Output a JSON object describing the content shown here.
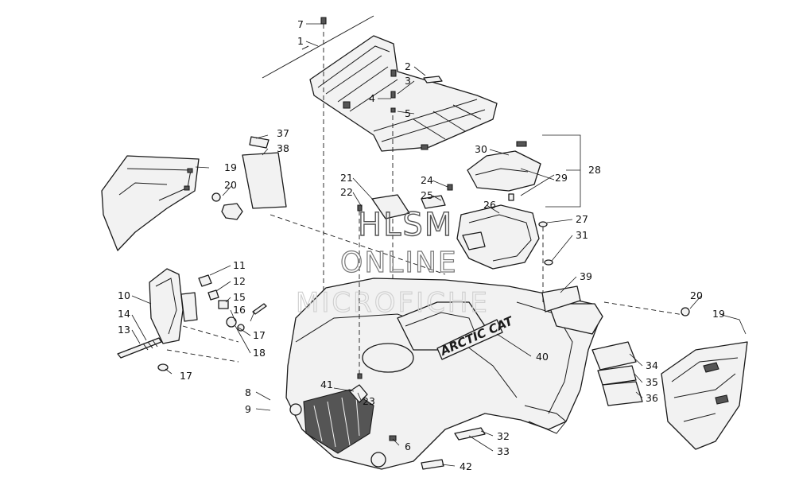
{
  "watermark": {
    "line1": "HLSM",
    "line2": "ONLINE",
    "line3": "MICROFICHE"
  },
  "brand_logo": "ARCTIC CAT",
  "callouts": [
    {
      "id": "c1",
      "text": "1"
    },
    {
      "id": "c2",
      "text": "2"
    },
    {
      "id": "c3",
      "text": "3"
    },
    {
      "id": "c4",
      "text": "4"
    },
    {
      "id": "c5",
      "text": "5"
    },
    {
      "id": "c6",
      "text": "6"
    },
    {
      "id": "c7",
      "text": "7"
    },
    {
      "id": "c8",
      "text": "8"
    },
    {
      "id": "c9",
      "text": "9"
    },
    {
      "id": "c10",
      "text": "10"
    },
    {
      "id": "c11",
      "text": "11"
    },
    {
      "id": "c12",
      "text": "12"
    },
    {
      "id": "c13",
      "text": "13"
    },
    {
      "id": "c14",
      "text": "14"
    },
    {
      "id": "c15",
      "text": "15"
    },
    {
      "id": "c16",
      "text": "16"
    },
    {
      "id": "c17a",
      "text": "17"
    },
    {
      "id": "c17b",
      "text": "17"
    },
    {
      "id": "c18",
      "text": "18"
    },
    {
      "id": "c19a",
      "text": "19"
    },
    {
      "id": "c19b",
      "text": "19"
    },
    {
      "id": "c20a",
      "text": "20"
    },
    {
      "id": "c20b",
      "text": "20"
    },
    {
      "id": "c21",
      "text": "21"
    },
    {
      "id": "c22",
      "text": "22"
    },
    {
      "id": "c23",
      "text": "23"
    },
    {
      "id": "c24",
      "text": "24"
    },
    {
      "id": "c25",
      "text": "25"
    },
    {
      "id": "c26",
      "text": "26"
    },
    {
      "id": "c27",
      "text": "27"
    },
    {
      "id": "c28",
      "text": "28"
    },
    {
      "id": "c29",
      "text": "29"
    },
    {
      "id": "c30",
      "text": "30"
    },
    {
      "id": "c31",
      "text": "31"
    },
    {
      "id": "c32",
      "text": "32"
    },
    {
      "id": "c33",
      "text": "33"
    },
    {
      "id": "c34",
      "text": "34"
    },
    {
      "id": "c35",
      "text": "35"
    },
    {
      "id": "c36",
      "text": "36"
    },
    {
      "id": "c37",
      "text": "37"
    },
    {
      "id": "c38",
      "text": "38"
    },
    {
      "id": "c39",
      "text": "39"
    },
    {
      "id": "c40",
      "text": "40"
    },
    {
      "id": "c41",
      "text": "41"
    },
    {
      "id": "c42",
      "text": "42"
    }
  ]
}
